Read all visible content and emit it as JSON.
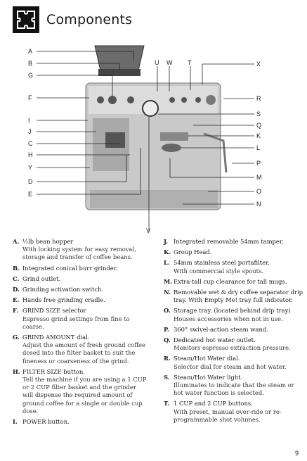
{
  "page": {
    "title": "Components",
    "page_number": "9",
    "header_icon": "puzzle-icon"
  },
  "diagram_labels": [
    "A",
    "B",
    "G",
    "F",
    "I",
    "J",
    "C",
    "H",
    "Y",
    "D",
    "E",
    "U",
    "W",
    "T",
    "X",
    "R",
    "S",
    "Q",
    "K",
    "L",
    "P",
    "M",
    "O",
    "N",
    "V"
  ],
  "components_left": [
    {
      "letter": "A.",
      "text": "½lb bean hopper",
      "desc": "With locking system for easy removal, storage and transfer of coffee beans."
    },
    {
      "letter": "B.",
      "text": "Integrated conical burr grinder.",
      "desc": ""
    },
    {
      "letter": "C.",
      "text": "Grind outlet.",
      "desc": ""
    },
    {
      "letter": "D.",
      "text": "Grinding activation switch.",
      "desc": ""
    },
    {
      "letter": "E.",
      "text": "Hands free grinding cradle.",
      "desc": ""
    },
    {
      "letter": "F.",
      "text": "GRIND SIZE selector",
      "desc": "Espresso grind settings from fine to coarse."
    },
    {
      "letter": "G.",
      "text": "GRIND AMOUNT dial.",
      "desc": "Adjust the amount of fresh ground coffee dosed into the filter basket to suit the fineness or coarseness of the grind."
    },
    {
      "letter": "H.",
      "text": "FILTER SIZE button.",
      "desc": "Tell the machine if you are using a 1 CUP or 2 CUP filter basket and the grinder will dispense the required amount of ground coffee for a single or double cup dose."
    },
    {
      "letter": "I.",
      "text": "POWER button.",
      "desc": ""
    }
  ],
  "components_right": [
    {
      "letter": "J.",
      "text": "Integrated removable 54mm tamper.",
      "desc": ""
    },
    {
      "letter": "K.",
      "text": "Group Head.",
      "desc": ""
    },
    {
      "letter": "L.",
      "text": "54mm stainless steel portafilter.",
      "desc": "With commercial style spouts."
    },
    {
      "letter": "M.",
      "text": "Extra-tall cup clearance for tall mugs.",
      "desc": ""
    },
    {
      "letter": "N.",
      "text": "Removable wet & dry coffee separator drip tray. With Empty Me! tray full indicator.",
      "desc": ""
    },
    {
      "letter": "O.",
      "text": "Storage tray. (located behind drip tray)",
      "desc": "Houses accessories when not in use."
    },
    {
      "letter": "P.",
      "text": "360° swivel-action steam wand.",
      "desc": ""
    },
    {
      "letter": "Q.",
      "text": "Dedicated hot water outlet.",
      "desc": "Monitors espresso extraction pressure."
    },
    {
      "letter": "R.",
      "text": "Steam/Hot Water dial.",
      "desc": "Selector dial for steam and hot water."
    },
    {
      "letter": "S.",
      "text": "Steam/Hot Water light.",
      "desc": "Illuminates to indicate that the steam or hot water function is selected."
    },
    {
      "letter": "T.",
      "text": "1 CUP and 2 CUP buttons.",
      "desc": "With preset, manual over-ride or re-programmable shot volumes."
    }
  ]
}
